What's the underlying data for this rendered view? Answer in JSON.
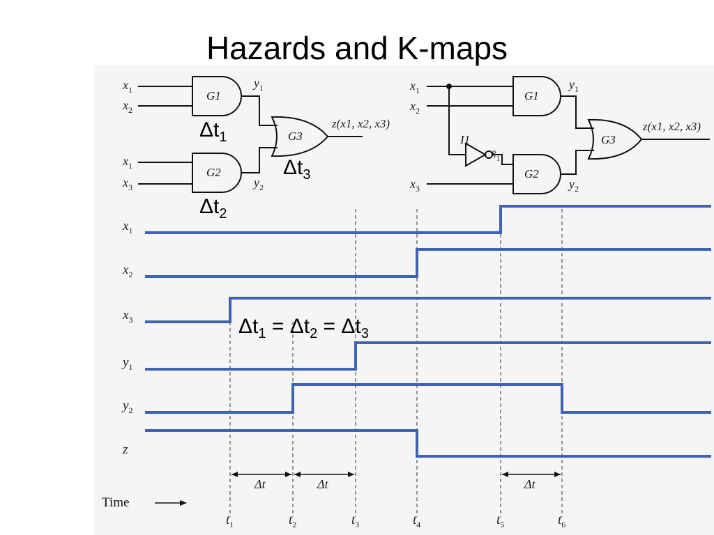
{
  "slide": {
    "title": "Hazards and K-maps"
  },
  "left_circuit": {
    "inputs": [
      "x",
      "x",
      "x",
      "x"
    ],
    "input_subs": [
      "1",
      "2",
      "1",
      "3"
    ],
    "gates": [
      "G1",
      "G2",
      "G3"
    ],
    "wires": [
      "y",
      "y"
    ],
    "wire_subs": [
      "1",
      "2"
    ],
    "output": "z(x1, x2, x3)"
  },
  "right_circuit": {
    "inputs": [
      "x",
      "x",
      "x"
    ],
    "input_subs": [
      "1",
      "2",
      "3"
    ],
    "inverter": "I1",
    "inverted_out": "x̄",
    "inverted_sub": "1",
    "gates": [
      "G1",
      "G2",
      "G3"
    ],
    "wires": [
      "y",
      "y"
    ],
    "wire_subs": [
      "1",
      "2"
    ],
    "output": "z(x1, x2, x3)"
  },
  "delays": {
    "d1": "Δt",
    "d1_sub": "1",
    "d2": "Δt",
    "d2_sub": "2",
    "d3": "Δt",
    "d3_sub": "3",
    "equality": [
      "Δt",
      "1",
      " = Δt",
      "2",
      " = Δt",
      "3"
    ]
  },
  "timing": {
    "signals": [
      {
        "name": "x",
        "sub": "1"
      },
      {
        "name": "x",
        "sub": "2"
      },
      {
        "name": "x",
        "sub": "3"
      },
      {
        "name": "y",
        "sub": "1"
      },
      {
        "name": "y",
        "sub": "2"
      },
      {
        "name": "z",
        "sub": ""
      }
    ],
    "time_label": "Time",
    "dt_label": "Δt",
    "ticks": [
      {
        "name": "t",
        "sub": "1"
      },
      {
        "name": "t",
        "sub": "2"
      },
      {
        "name": "t",
        "sub": "3"
      },
      {
        "name": "t",
        "sub": "4"
      },
      {
        "name": "t",
        "sub": "5"
      },
      {
        "name": "t",
        "sub": "6"
      }
    ],
    "line_color": "#3f62b4"
  }
}
